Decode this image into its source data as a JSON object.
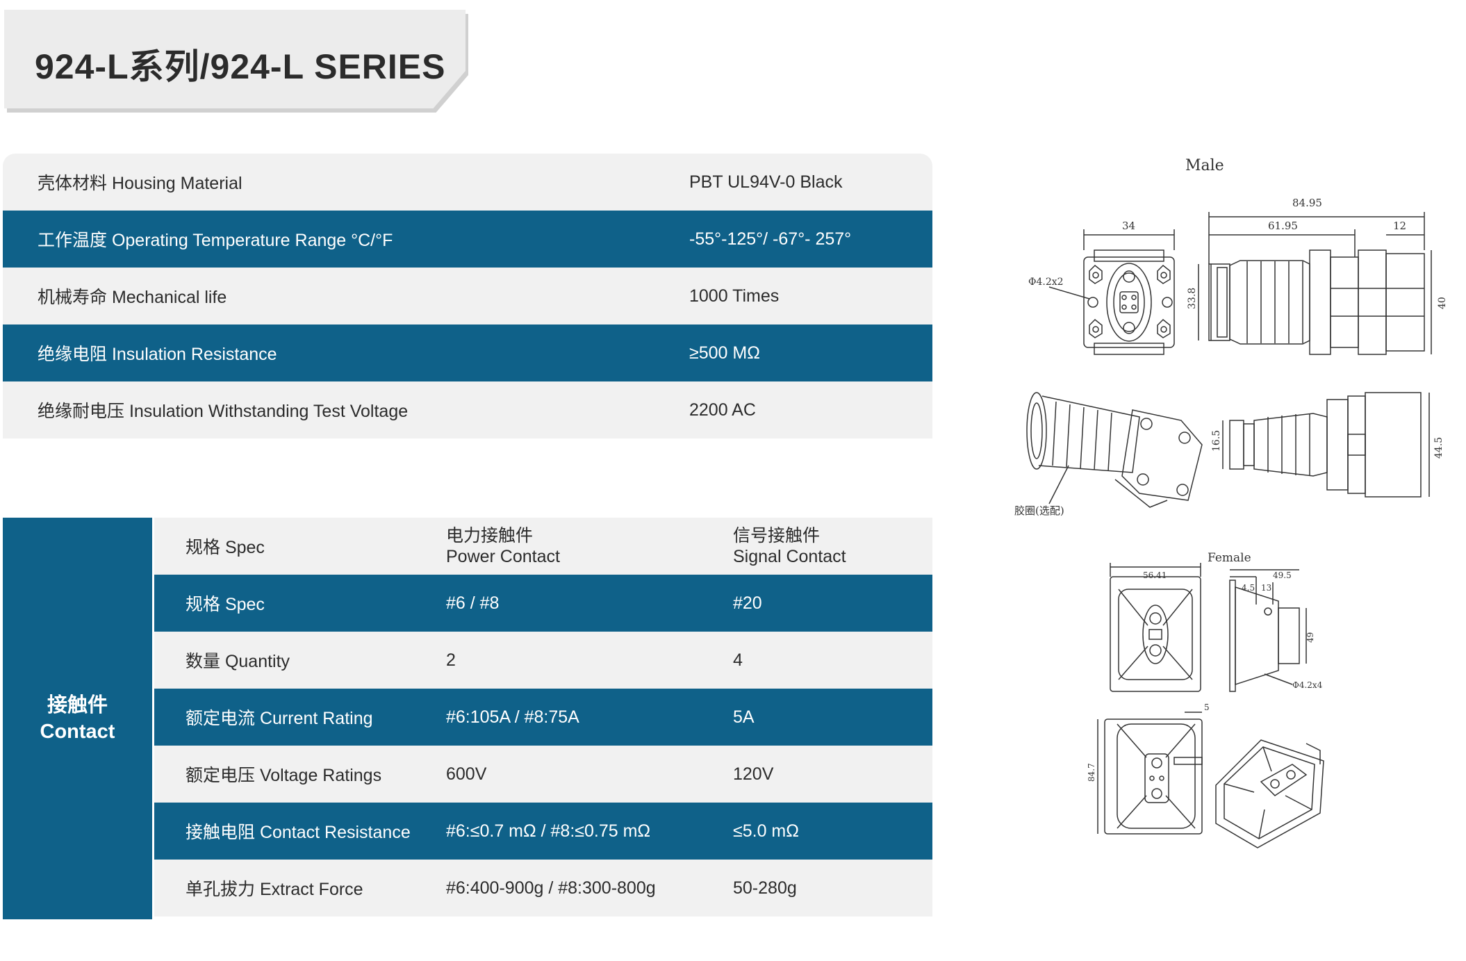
{
  "title": "924-L系列/924-L SERIES",
  "specs": [
    {
      "label": "壳体材料 Housing Material",
      "value": "PBT UL94V-0 Black"
    },
    {
      "label": "工作温度 Operating Temperature Range °C/°F",
      "value": "-55°-125°/ -67°- 257°"
    },
    {
      "label": "机械寿命 Mechanical life",
      "value": "1000 Times"
    },
    {
      "label": "绝缘电阻 Insulation Resistance",
      "value": "≥500 MΩ"
    },
    {
      "label": "绝缘耐电压 Insulation Withstanding Test Voltage",
      "value": "2200 AC"
    }
  ],
  "contact": {
    "side_cn": "接触件",
    "side_en": "Contact",
    "header": {
      "c1": "规格 Spec",
      "c2_cn": "电力接触件",
      "c2_en": "Power Contact",
      "c3_cn": "信号接触件",
      "c3_en": "Signal Contact"
    },
    "rows": [
      {
        "c1": "规格 Spec",
        "c2": "#6 / #8",
        "c3": "#20"
      },
      {
        "c1": "数量 Quantity",
        "c2": "2",
        "c3": "4"
      },
      {
        "c1": "额定电流 Current Rating",
        "c2": "#6:105A / #8:75A",
        "c3": "5A"
      },
      {
        "c1": "额定电压 Voltage Ratings",
        "c2": "600V",
        "c3": "120V"
      },
      {
        "c1": "接触电阻 Contact Resistance",
        "c2": "#6:≤0.7 mΩ  / #8:≤0.75 mΩ",
        "c3": "≤5.0 mΩ"
      },
      {
        "c1": "单孔拔力 Extract Force",
        "c2": "#6:400-900g / #8:300-800g",
        "c3": "50-280g"
      }
    ]
  },
  "drawings": {
    "male_label": "Male",
    "female_label": "Female",
    "male_dims": {
      "d1": "84.95",
      "d2": "61.95",
      "d3": "12",
      "d4": "34",
      "d5": "Φ4.2x2",
      "d6": "33.8",
      "d7": "40",
      "d8": "16.5",
      "d9": "44.5",
      "note": "胶圈(选配)"
    },
    "female_dims": {
      "d1": "56.41",
      "d2": "49.5",
      "d3": "4.5",
      "d4": "13",
      "d5": "49",
      "d6": "Φ4.2x4",
      "d7": "5",
      "d8": "84.7"
    }
  }
}
